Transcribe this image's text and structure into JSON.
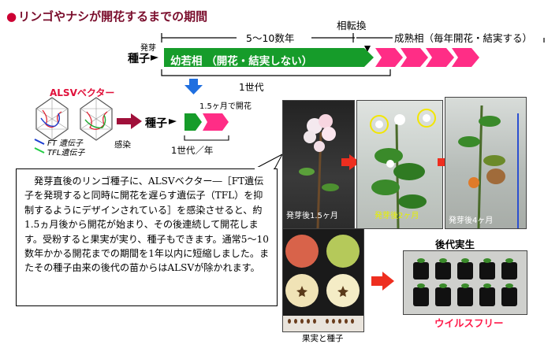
{
  "title": "リンゴやナシが開花するまでの期間",
  "timeline": {
    "years_label": "5〜10数年",
    "phase_change": "相転換",
    "mature_phase": "成熟相（毎年開花・結実する）",
    "germination": "発芽",
    "seed": "種子",
    "juvenile_phase": "幼若相 （開花・結実しない）",
    "generation": "1世代"
  },
  "vector": {
    "title": "ALSVベクター",
    "ft_legend": "FT 遺伝子",
    "tfl_legend": "TFL遺伝子",
    "infection": "感染",
    "flowering_time": "1.5ヶ月で開花",
    "seed": "種子",
    "generation_per_year": "1世代／年"
  },
  "description": "発芽直後のリンゴ種子に、ALSVベクター―［FT遺伝子を発現すると同時に開花を遅らす遺伝子（TFL）を抑制するようにデザインされている］を感染させると、約1.5ヵ月後から開花が始まり、その後連続して開花します。受粉すると果実が実り、種子もできます。通常5〜10数年かかる開花までの期間を1年以内に短縮しました。またその種子由来の後代の苗からはALSVが除かれます。",
  "photos": {
    "caption_1": "発芽後1.5ヶ月",
    "caption_2": "発芽後2ヶ月",
    "caption_3": "発芽後4ヶ月",
    "fruit_caption": "果実と種子",
    "progeny_title": "後代実生",
    "virus_free": "ウイルスフリー"
  },
  "colors": {
    "title": "#7a0d2c",
    "green": "#169c2a",
    "pink": "#ff2d86",
    "blue_arrow": "#1f6fe0",
    "red_arrow": "#ee2e1f",
    "dark_red_arrow": "#a0103a"
  }
}
